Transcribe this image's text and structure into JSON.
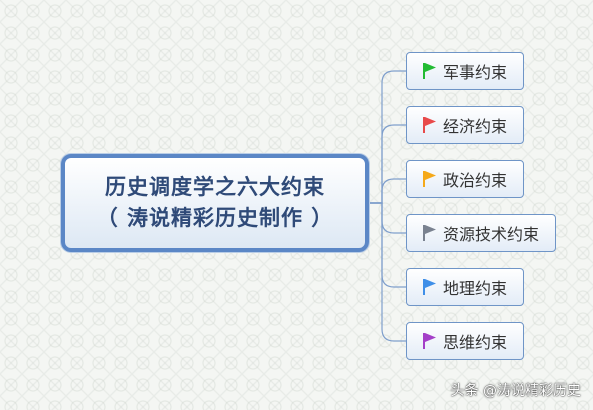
{
  "diagram": {
    "central_topic": {
      "line1": "历史调度学之六大约束",
      "line2": "（ 涛说精彩历史制作 ）"
    },
    "branches": [
      {
        "label": "军事约束",
        "flag_color": "#22bb33",
        "flag_icon": "green-flag-icon"
      },
      {
        "label": "经济约束",
        "flag_color": "#e84a4a",
        "flag_icon": "red-flag-icon"
      },
      {
        "label": "政治约束",
        "flag_color": "#f5a91a",
        "flag_icon": "orange-flag-icon"
      },
      {
        "label": "资源技术约束",
        "flag_color": "#7a8290",
        "flag_icon": "gray-flag-icon"
      },
      {
        "label": "地理约束",
        "flag_color": "#3f8fe8",
        "flag_icon": "blue-flag-icon"
      },
      {
        "label": "思维约束",
        "flag_color": "#a43fc8",
        "flag_icon": "purple-flag-icon"
      }
    ]
  },
  "watermark": "头条 @涛说精彩历史",
  "colors": {
    "central_border": "#5b87c6",
    "central_text": "#2f4a78",
    "node_border": "#6f95c7",
    "connector": "#7f9fcc"
  }
}
